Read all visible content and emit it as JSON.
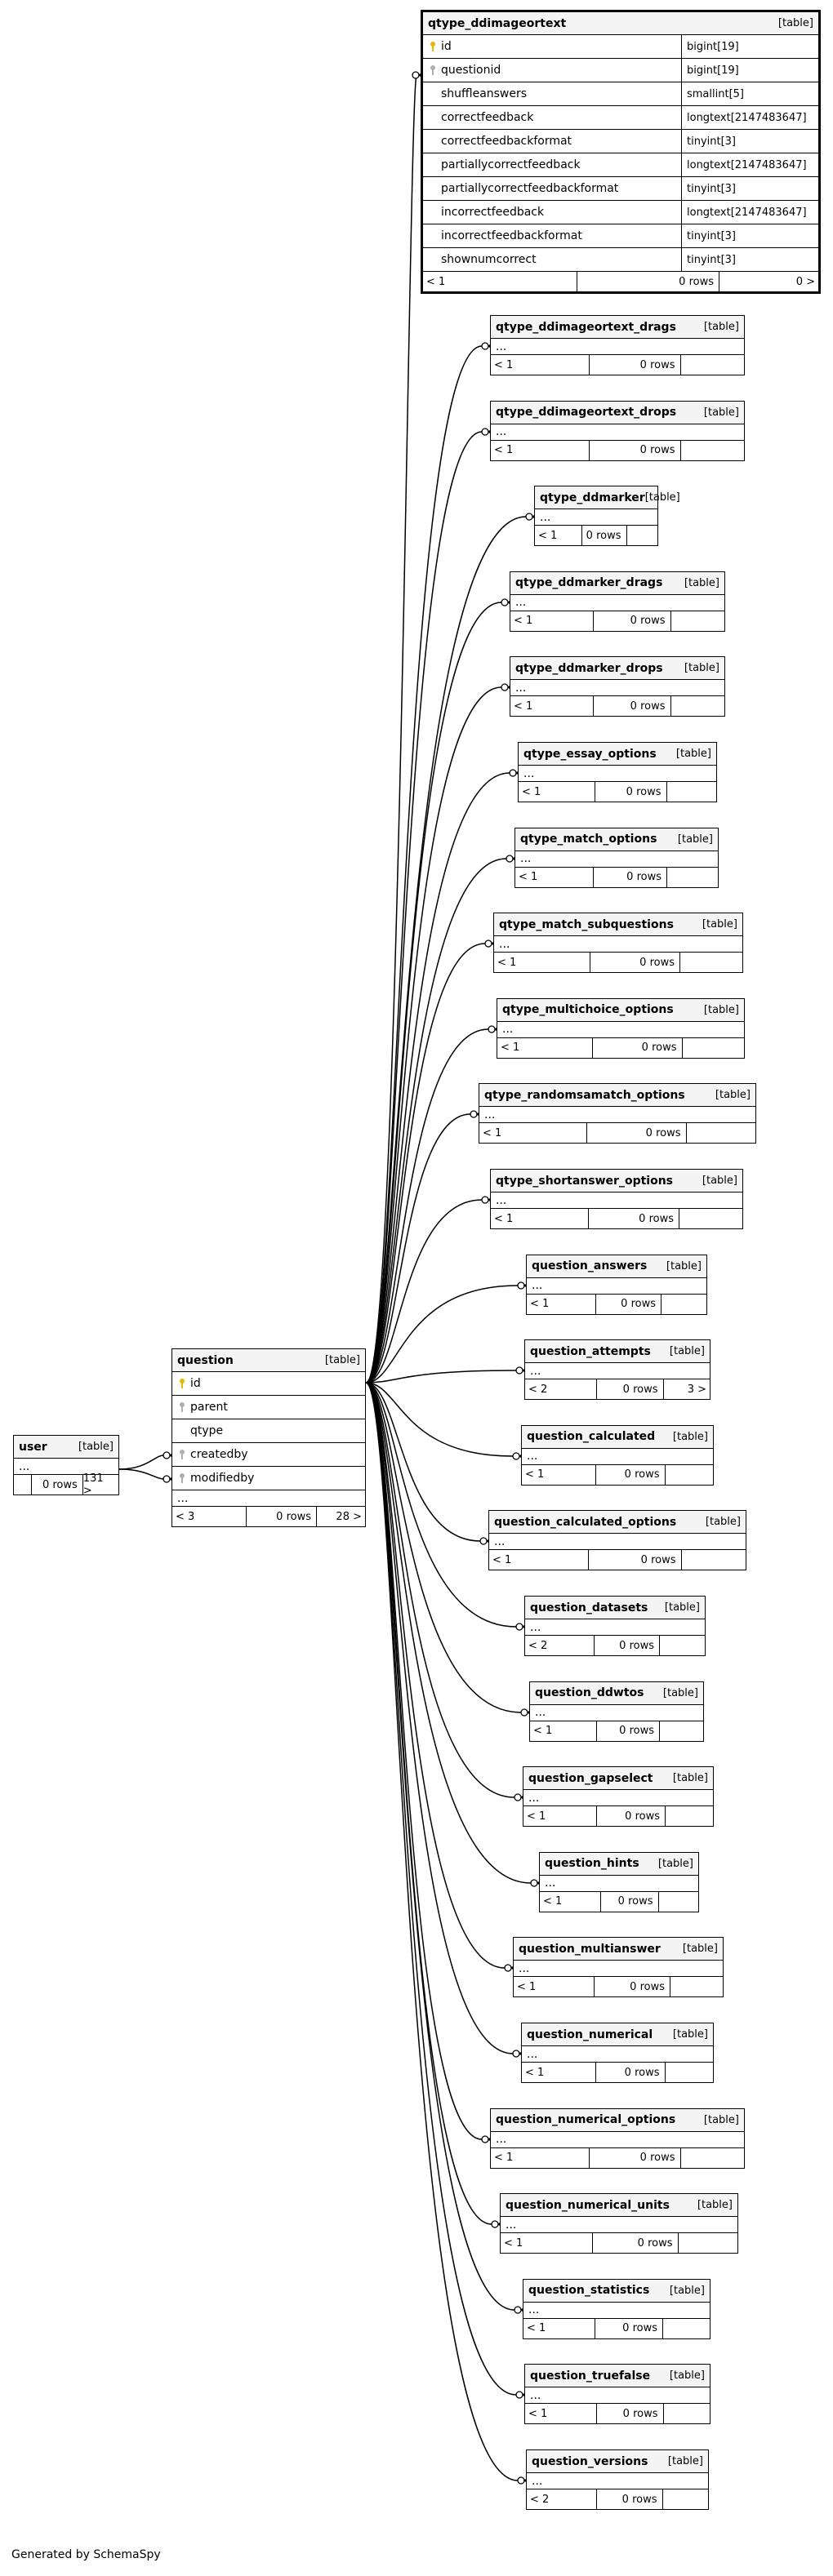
{
  "diagram": {
    "kind_label": "[table]",
    "ellipsis": "...",
    "generated_by": "Generated by SchemaSpy",
    "main_table": {
      "name": "qtype_ddimageortext",
      "columns": [
        {
          "name": "id",
          "type": "bigint[19]",
          "key": "pk"
        },
        {
          "name": "questionid",
          "type": "bigint[19]",
          "key": "fk"
        },
        {
          "name": "shuffleanswers",
          "type": "smallint[5]",
          "key": ""
        },
        {
          "name": "correctfeedback",
          "type": "longtext[2147483647]",
          "key": ""
        },
        {
          "name": "correctfeedbackformat",
          "type": "tinyint[3]",
          "key": ""
        },
        {
          "name": "partiallycorrectfeedback",
          "type": "longtext[2147483647]",
          "key": ""
        },
        {
          "name": "partiallycorrectfeedbackformat",
          "type": "tinyint[3]",
          "key": ""
        },
        {
          "name": "incorrectfeedback",
          "type": "longtext[2147483647]",
          "key": ""
        },
        {
          "name": "incorrectfeedbackformat",
          "type": "tinyint[3]",
          "key": ""
        },
        {
          "name": "shownumcorrect",
          "type": "tinyint[3]",
          "key": ""
        }
      ],
      "footer": [
        "< 1",
        "0 rows",
        "0 >"
      ]
    },
    "question_table": {
      "name": "question",
      "columns": [
        {
          "name": "id",
          "key": "pk"
        },
        {
          "name": "parent",
          "key": "fk"
        },
        {
          "name": "qtype",
          "key": ""
        },
        {
          "name": "createdby",
          "key": "fk"
        },
        {
          "name": "modifiedby",
          "key": "fk"
        }
      ],
      "footer": [
        "< 3",
        "0 rows",
        "28 >"
      ]
    },
    "user_table": {
      "name": "user",
      "footer": [
        "",
        "0 rows",
        "131 >"
      ]
    },
    "related_tables": [
      {
        "name": "qtype_ddimageortext_drags",
        "footer": [
          "< 1",
          "0 rows",
          ""
        ]
      },
      {
        "name": "qtype_ddimageortext_drops",
        "footer": [
          "< 1",
          "0 rows",
          ""
        ]
      },
      {
        "name": "qtype_ddmarker",
        "footer": [
          "< 1",
          "0 rows",
          ""
        ]
      },
      {
        "name": "qtype_ddmarker_drags",
        "footer": [
          "< 1",
          "0 rows",
          ""
        ]
      },
      {
        "name": "qtype_ddmarker_drops",
        "footer": [
          "< 1",
          "0 rows",
          ""
        ]
      },
      {
        "name": "qtype_essay_options",
        "footer": [
          "< 1",
          "0 rows",
          ""
        ]
      },
      {
        "name": "qtype_match_options",
        "footer": [
          "< 1",
          "0 rows",
          ""
        ]
      },
      {
        "name": "qtype_match_subquestions",
        "footer": [
          "< 1",
          "0 rows",
          ""
        ]
      },
      {
        "name": "qtype_multichoice_options",
        "footer": [
          "< 1",
          "0 rows",
          ""
        ]
      },
      {
        "name": "qtype_randomsamatch_options",
        "footer": [
          "< 1",
          "0 rows",
          ""
        ]
      },
      {
        "name": "qtype_shortanswer_options",
        "footer": [
          "< 1",
          "0 rows",
          ""
        ]
      },
      {
        "name": "question_answers",
        "footer": [
          "< 1",
          "0 rows",
          ""
        ]
      },
      {
        "name": "question_attempts",
        "footer": [
          "< 2",
          "0 rows",
          "3 >"
        ]
      },
      {
        "name": "question_calculated",
        "footer": [
          "< 1",
          "0 rows",
          ""
        ]
      },
      {
        "name": "question_calculated_options",
        "footer": [
          "< 1",
          "0 rows",
          ""
        ]
      },
      {
        "name": "question_datasets",
        "footer": [
          "< 2",
          "0 rows",
          ""
        ]
      },
      {
        "name": "question_ddwtos",
        "footer": [
          "< 1",
          "0 rows",
          ""
        ]
      },
      {
        "name": "question_gapselect",
        "footer": [
          "< 1",
          "0 rows",
          ""
        ]
      },
      {
        "name": "question_hints",
        "footer": [
          "< 1",
          "0 rows",
          ""
        ]
      },
      {
        "name": "question_multianswer",
        "footer": [
          "< 1",
          "0 rows",
          ""
        ]
      },
      {
        "name": "question_numerical",
        "footer": [
          "< 1",
          "0 rows",
          ""
        ]
      },
      {
        "name": "question_numerical_options",
        "footer": [
          "< 1",
          "0 rows",
          ""
        ]
      },
      {
        "name": "question_numerical_units",
        "footer": [
          "< 1",
          "0 rows",
          ""
        ]
      },
      {
        "name": "question_statistics",
        "footer": [
          "< 1",
          "0 rows",
          ""
        ]
      },
      {
        "name": "question_truefalse",
        "footer": [
          "< 1",
          "0 rows",
          ""
        ]
      },
      {
        "name": "question_versions",
        "footer": [
          "< 2",
          "0 rows",
          ""
        ]
      }
    ]
  }
}
